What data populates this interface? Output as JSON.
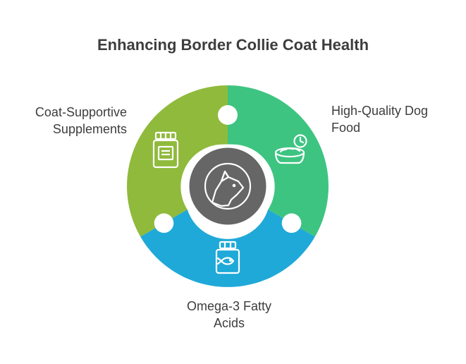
{
  "title": "Enhancing Border Collie Coat Health",
  "segments": [
    {
      "id": "supplements",
      "lines": [
        "Coat-Supportive",
        "Supplements"
      ],
      "color": "#8fba3c",
      "icon": "supplement-jar-icon"
    },
    {
      "id": "dog-food",
      "lines": [
        "High-Quality Dog",
        "Food"
      ],
      "color": "#3dc481",
      "icon": "dog-bowl-clock-icon"
    },
    {
      "id": "omega3",
      "lines": [
        "Omega-3 Fatty",
        "Acids"
      ],
      "color": "#1fa9d8",
      "icon": "fish-oil-jar-icon"
    }
  ],
  "center": {
    "color": "#666666",
    "icon": "dog-head-icon"
  }
}
